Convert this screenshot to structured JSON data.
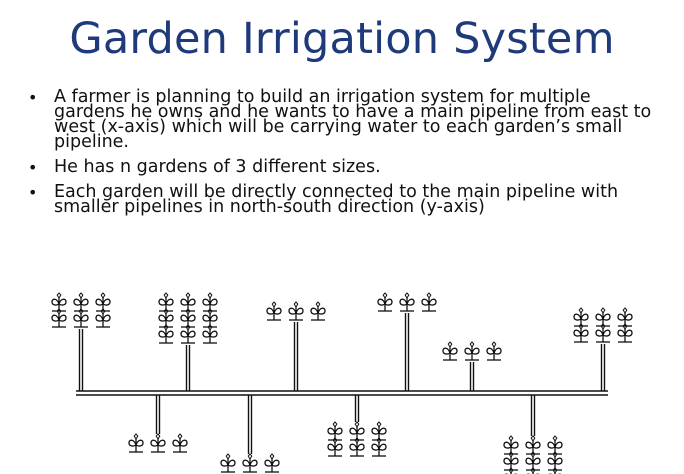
{
  "title": "Garden Irrigation System",
  "bullets": [
    "A farmer is planning to build an irrigation system for multiple gardens he owns and he wants to have a main pipeline from east to west (x-axis) which will be carrying water to each garden’s small pipeline.",
    "He has n gardens of 3 different sizes.",
    "Each garden will be directly connected to the main pipeline with smaller pipelines in north-south direction (y-axis)"
  ],
  "diagram": {
    "plant_icon": "sprout-icon",
    "ink_color": "#111111",
    "garden_sizes": [
      "small",
      "medium",
      "large"
    ],
    "gardens_north": [
      {
        "size": "medium"
      },
      {
        "size": "large"
      },
      {
        "size": "small"
      },
      {
        "size": "small"
      },
      {
        "size": "small"
      },
      {
        "size": "medium"
      }
    ],
    "gardens_south": [
      {
        "size": "small"
      },
      {
        "size": "small"
      },
      {
        "size": "medium"
      },
      {
        "size": "large"
      }
    ]
  }
}
